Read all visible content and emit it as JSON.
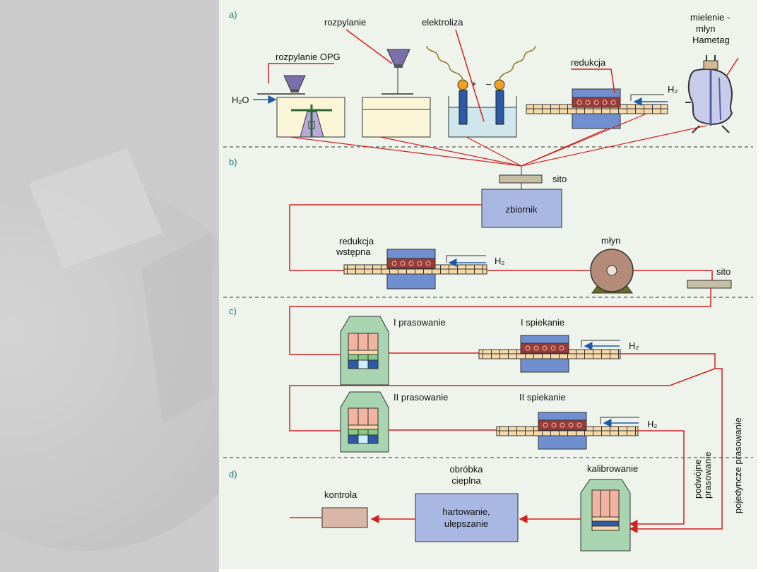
{
  "sections": {
    "a": "a)",
    "b": "b)",
    "c": "c)",
    "d": "d)"
  },
  "labels": {
    "rozpylanie_opg": "rozpylanie OPG",
    "h2o": "H₂O",
    "rozpylanie": "rozpylanie",
    "elektroliza": "elektroliza",
    "plus": "+",
    "minus": "–",
    "redukcja": "redukcja",
    "h2": "H₂",
    "mielenie_1": "mielenie -",
    "mielenie_2": "młyn",
    "mielenie_3": "Hametag",
    "sito": "sito",
    "zbiornik": "zbiornik",
    "redukcja_wstepna_1": "redukcja",
    "redukcja_wstepna_2": "wstępna",
    "mlyn": "młyn",
    "i_prasowanie": "I prasowanie",
    "i_spiekanie": "I spiekanie",
    "ii_prasowanie": "II prasowanie",
    "ii_spiekanie": "II spiekanie",
    "podwojne_1": "podwójne",
    "podwojne_2": "prasowanie",
    "pojedyncze": "pojedyncze prasowanie",
    "kalibrowanie": "kalibrowanie",
    "obrobka_1": "obróbka",
    "obrobka_2": "cieplna",
    "hartowanie_1": "hartowanie,",
    "hartowanie_2": "ulepszanie",
    "kontrola": "kontrola"
  },
  "colors": {
    "flow_line": "#d42020",
    "arrow_blue": "#1f5aa8",
    "panel_bg": "#eef3ec",
    "furnace_blue": "#6f8fd0",
    "heater_red": "#9a3b3b",
    "conveyor": "#f6d9a8",
    "press_green": "#a8d4b0",
    "vessel_cream": "#fbf6d8",
    "box_blue": "#a9b8e3",
    "kontrola_fill": "#d9b6a6",
    "section_text": "#1e7a7a"
  }
}
